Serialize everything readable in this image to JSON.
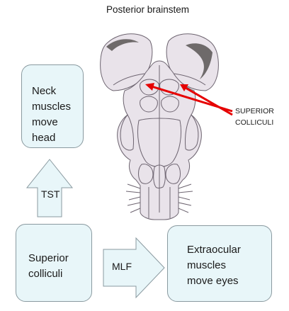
{
  "title": "Posterior brainstem",
  "boxes": {
    "neck": {
      "lines": [
        "Neck",
        "muscles",
        "move",
        "head"
      ]
    },
    "superior_colliculi": {
      "lines": [
        "Superior",
        "colliculi"
      ]
    },
    "extraocular": {
      "lines": [
        "Extraocular",
        "muscles",
        "move eyes"
      ]
    }
  },
  "arrows": {
    "tst": {
      "label": "TST"
    },
    "mlf": {
      "label": "MLF"
    }
  },
  "callout": {
    "lines": [
      "SUPERIOR",
      "COLLICULI"
    ],
    "color": "#e60000"
  },
  "colors": {
    "box_fill": "#e8f6f9",
    "box_border": "#8a9aa0",
    "brainstem_fill": "#e9e3ea",
    "brainstem_stroke": "#6d6470",
    "brainstem_shade": "#6e6a6a",
    "pointer": "#e60000"
  }
}
